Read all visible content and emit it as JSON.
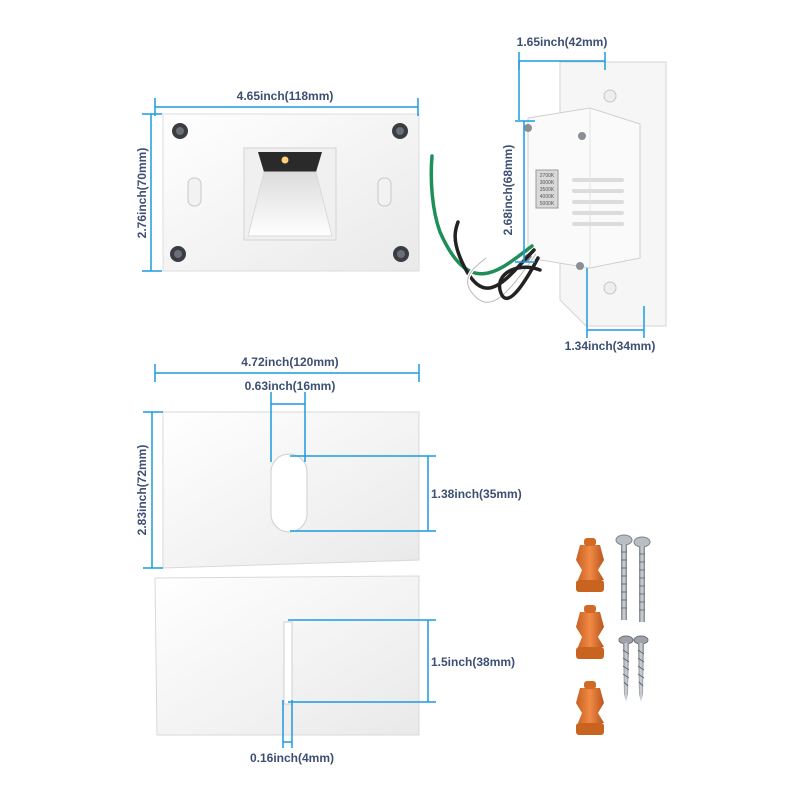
{
  "colors": {
    "dimension_line": "#1b9be0",
    "label_text": "#3d4f73",
    "plate": "#f4f4f4",
    "plate_edge": "#d9d9d9",
    "wire_nut": "#e07a38",
    "screw": "#9aa0a6",
    "wire_green": "#1f8f5a",
    "wire_black": "#222222"
  },
  "dimensions": {
    "top_plate_width": "4.65inch(118mm)",
    "top_plate_height": "2.76inch(70mm)",
    "side_width": "1.65inch(42mm)",
    "side_height": "2.68inch(68mm)",
    "side_depth": "1.34inch(34mm)",
    "cover_width": "4.72inch(120mm)",
    "slot_width": "0.63inch(16mm)",
    "cover_height": "2.83inch(72mm)",
    "slot_height": "1.38inch(35mm)",
    "cover2_slot_height": "1.5inch(38mm)",
    "cover2_slot_width": "0.16inch(4mm)"
  },
  "color_temp_labels": [
    "2700K",
    "3000K",
    "3500K",
    "4000K",
    "5000K"
  ],
  "accessories": {
    "wire_nuts": 3,
    "machine_screws": 2,
    "wood_screws": 2
  }
}
